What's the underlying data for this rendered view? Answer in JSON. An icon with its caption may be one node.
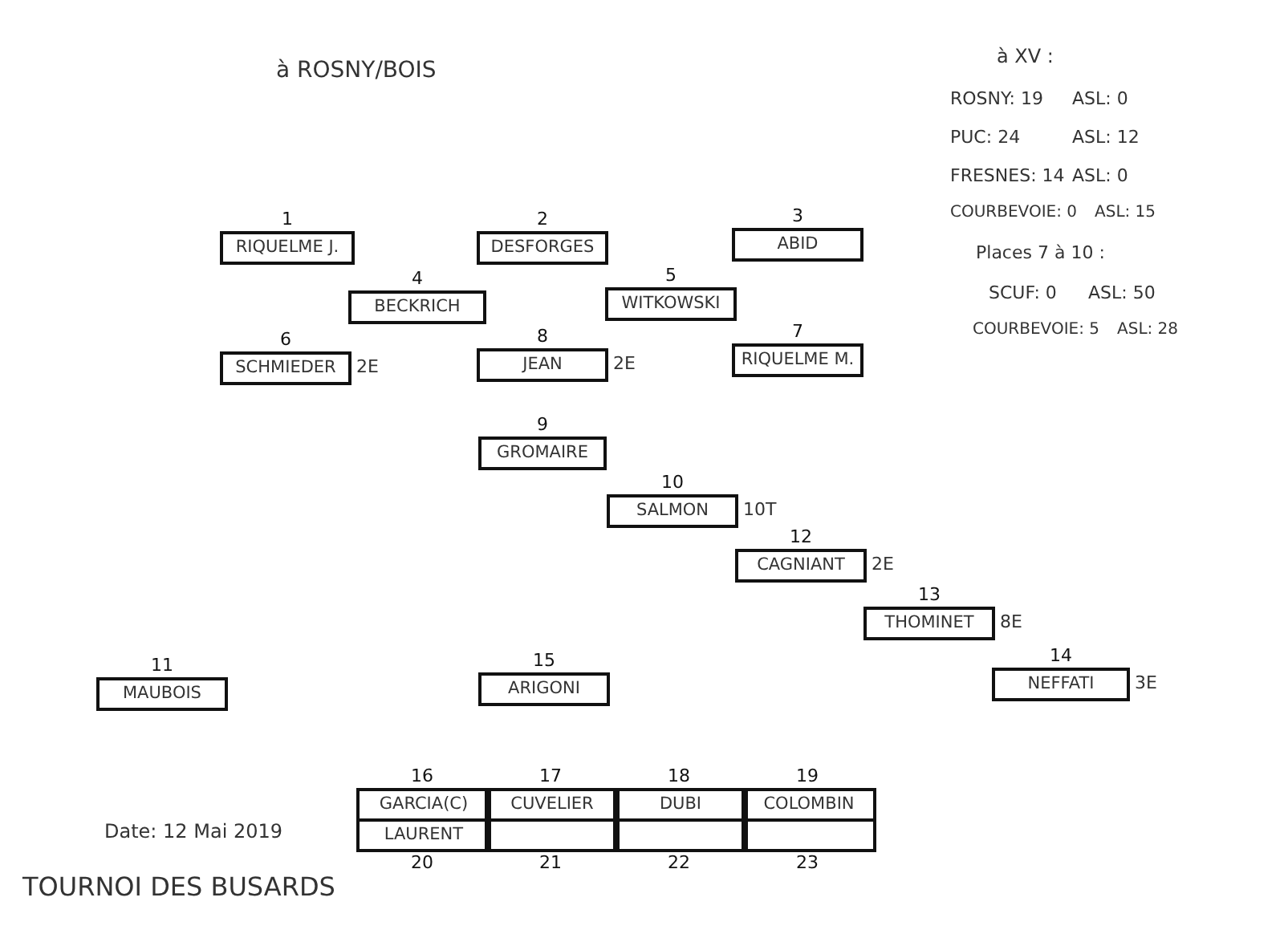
{
  "diagram": {
    "nodes": [
      {
        "text": [
          "1",
          "RIQUELME J."
        ]
      },
      {
        "text": [
          "2",
          "DESFORGES"
        ]
      },
      {
        "text": [
          "3",
          "ABID"
        ]
      },
      {
        "text": [
          "4",
          "BECKRICH"
        ]
      },
      {
        "text": [
          "5",
          "WITKOWSKI"
        ]
      },
      {
        "text": [
          "6",
          "SCHMIEDER"
        ],
        "beside": [
          "2E"
        ]
      },
      {
        "text": [
          "8",
          "JEAN"
        ],
        "beside": [
          "2E"
        ]
      },
      {
        "text": [
          "7",
          "RIQUELME M."
        ]
      },
      {
        "text": [
          "9",
          "GROMAIRE"
        ]
      },
      {
        "text": [
          "10",
          "SALMON"
        ],
        "beside": [
          "10T"
        ]
      },
      {
        "text": [
          "12",
          "CAGNIANT"
        ],
        "beside": [
          "2E"
        ]
      },
      {
        "text": [
          "13",
          "THOMINET"
        ],
        "beside": [
          "8E"
        ]
      },
      {
        "text": [
          "11",
          "MAUBOIS"
        ]
      },
      {
        "text": [
          "15",
          "ARIGONI"
        ]
      },
      {
        "text": [
          "14",
          "NEFFATI"
        ],
        "beside": [
          "3E"
        ]
      },
      {
        "text": [
          "16",
          "GARCIA(C)"
        ]
      },
      {
        "text": [
          "17",
          "CUVELIER"
        ]
      },
      {
        "text": [
          "18",
          "DUBI"
        ]
      },
      {
        "text": [
          "19",
          "COLOMBIN"
        ]
      },
      {
        "text": [
          "LAURENT",
          "20"
        ]
      },
      {
        "text": [
          "21"
        ]
      },
      {
        "text": [
          "22"
        ]
      },
      {
        "text": [
          "23"
        ]
      }
    ],
    "edges": [],
    "labels": [
      "à ROSNY/BOIS",
      "à XV :",
      "ROSNY: 19",
      "ASL: 0",
      "PUC: 24",
      "ASL: 12",
      "FRESNES: 14",
      "ASL: 0",
      "COURBEVOIE: 0",
      "ASL: 15",
      "Places 7 à 10 :",
      "SCUF: 0",
      "ASL: 50",
      "COURBEVOIE: 5",
      "ASL: 28",
      "Date: 12 Mai 2019",
      "TOURNOI DES BUSARDS"
    ]
  }
}
